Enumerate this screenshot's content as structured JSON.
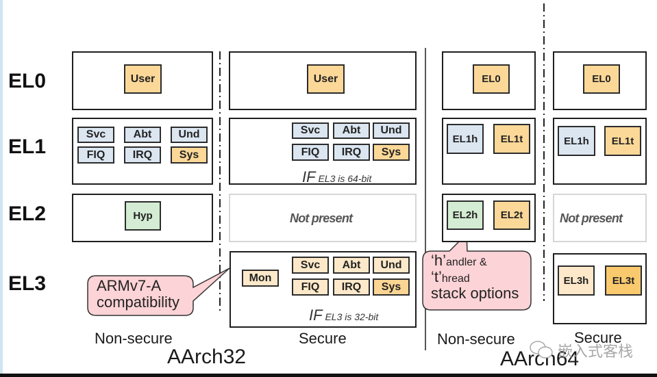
{
  "exception_levels": [
    "EL0",
    "EL1",
    "EL2",
    "EL3"
  ],
  "aarch32": {
    "title": "AArch32",
    "non_secure": {
      "label": "Non-secure",
      "el0": [
        "User"
      ],
      "el1": [
        "Svc",
        "Abt",
        "Und",
        "FIQ",
        "IRQ",
        "Sys"
      ],
      "el2": [
        "Hyp"
      ]
    },
    "secure": {
      "label": "Secure",
      "el0": [
        "User"
      ],
      "el1": [
        "Svc",
        "Abt",
        "Und",
        "FIQ",
        "IRQ",
        "Sys"
      ],
      "el1_note_if": "IF",
      "el1_note": "EL3 is 64-bit",
      "el2": "Not present",
      "el3_monitor": "Mon",
      "el3": [
        "Svc",
        "Abt",
        "Und",
        "FIQ",
        "IRQ",
        "Sys"
      ],
      "el3_note_if": "IF",
      "el3_note": "EL3 is 32-bit"
    }
  },
  "aarch64": {
    "title": "AArch64",
    "non_secure": {
      "label": "Non-secure",
      "el0": [
        "EL0"
      ],
      "el1": [
        "EL1h",
        "EL1t"
      ],
      "el2": [
        "EL2h",
        "EL2t"
      ]
    },
    "secure": {
      "label": "Secure",
      "el0": [
        "EL0"
      ],
      "el1": [
        "EL1h",
        "EL1t"
      ],
      "el2": "Not present",
      "el3": [
        "EL3h",
        "EL3t"
      ]
    }
  },
  "callouts": {
    "compat": {
      "line1": "ARMv7-A",
      "line2": "compatibility"
    },
    "stack": {
      "h_big": "‘h’",
      "h_rest": "andler &",
      "t_big": "‘t’",
      "t_rest": "hread",
      "line3": "stack options"
    }
  },
  "watermark": {
    "text": "嵌入式客栈",
    "icon": "wechat-icon"
  },
  "colors": {
    "user_mode": "#fcd898",
    "privileged_mode": "#dbe6f1",
    "hyp_mode": "#d3ecd3",
    "secure_monitor": "#fde9c9",
    "callout_fill": "#fcd3d6"
  }
}
